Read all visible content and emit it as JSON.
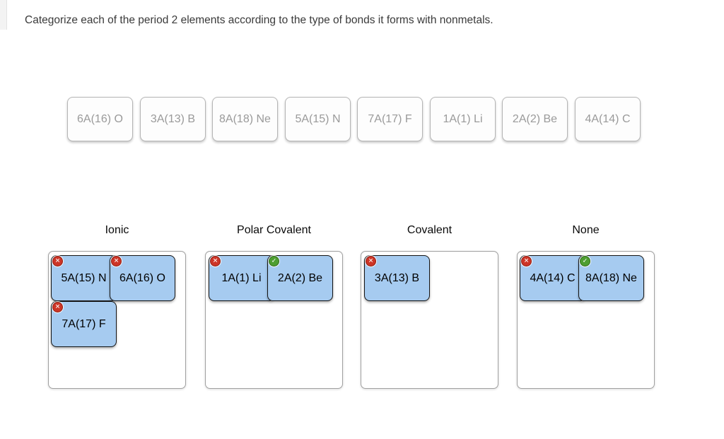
{
  "question": "Categorize each of the period 2 elements according to the type of bonds it forms with nonmetals.",
  "tray": {
    "chips": [
      {
        "label": "6A(16) O"
      },
      {
        "label": "3A(13) B"
      },
      {
        "label": "8A(18) Ne"
      },
      {
        "label": "5A(15) N"
      },
      {
        "label": "7A(17) F"
      },
      {
        "label": "1A(1) Li"
      },
      {
        "label": "2A(2) Be"
      },
      {
        "label": "4A(14) C"
      }
    ]
  },
  "bins": [
    {
      "label": "Ionic",
      "chips": [
        {
          "label": "5A(15) N",
          "status": "incorrect",
          "icon": "x-icon"
        },
        {
          "label": "6A(16) O",
          "status": "incorrect",
          "icon": "x-icon"
        },
        {
          "label": "7A(17) F",
          "status": "incorrect",
          "icon": "x-icon"
        }
      ]
    },
    {
      "label": "Polar Covalent",
      "chips": [
        {
          "label": "1A(1) Li",
          "status": "incorrect",
          "icon": "x-icon"
        },
        {
          "label": "2A(2) Be",
          "status": "correct",
          "icon": "check-icon"
        }
      ]
    },
    {
      "label": "Covalent",
      "chips": [
        {
          "label": "3A(13) B",
          "status": "incorrect",
          "icon": "x-icon"
        }
      ]
    },
    {
      "label": "None",
      "chips": [
        {
          "label": "4A(14) C",
          "status": "incorrect",
          "icon": "x-icon"
        },
        {
          "label": "8A(18) Ne",
          "status": "correct",
          "icon": "check-icon"
        }
      ]
    }
  ],
  "colors": {
    "placed_chip_fill": "#a6cbf0",
    "placed_chip_border": "#141414",
    "incorrect_red": "#cd3527",
    "correct_green": "#4e9e31",
    "bank_chip_text": "#9a9a9a",
    "bin_border": "#a0a0a0"
  }
}
